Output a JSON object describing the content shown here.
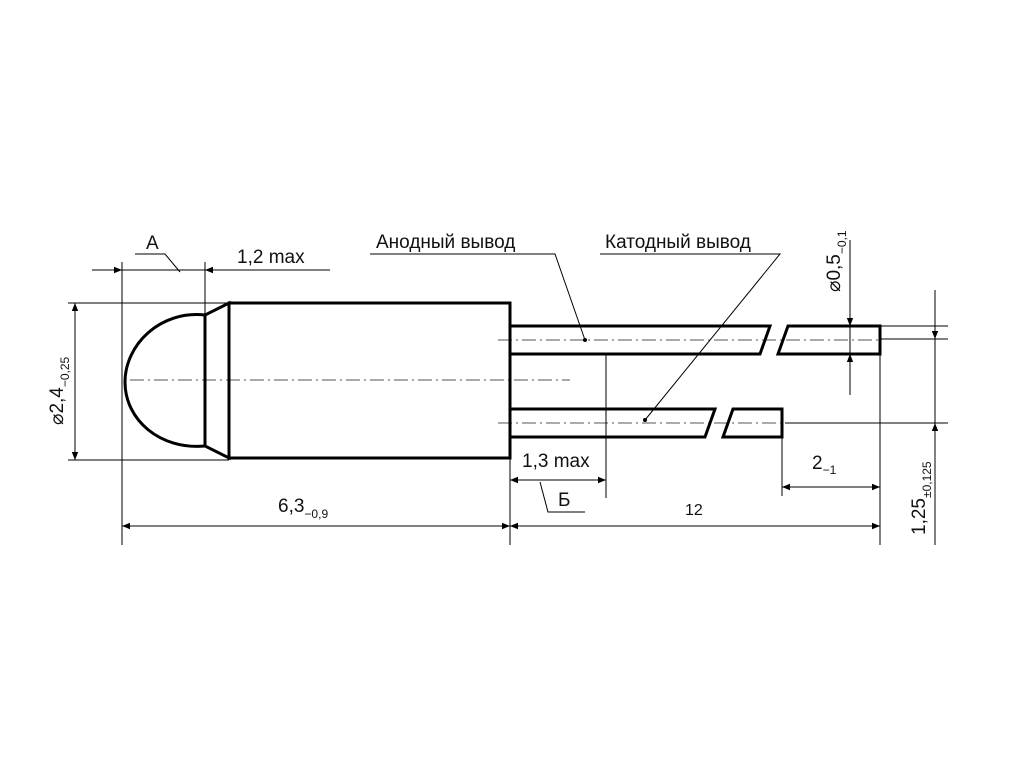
{
  "labels": {
    "view_a": "А",
    "view_b": "Б",
    "anode_lead": "Анодный вывод",
    "cathode_lead": "Катодный вывод",
    "lens_length": "1,2 max",
    "lead_start": "1,3 max",
    "total_lead_length": "12",
    "body_diameter": {
      "base": "⌀2,4",
      "tolerance": "−0,25"
    },
    "body_length": {
      "base": "6,3",
      "tolerance": "−0,9"
    },
    "lead_diameter": {
      "base": "⌀0,5",
      "tolerance": "−0,1"
    },
    "lead_spacing": {
      "base": "1,25",
      "tolerance": "±0,125"
    },
    "lead_offset": {
      "base": "2",
      "tolerance": "−1"
    }
  }
}
